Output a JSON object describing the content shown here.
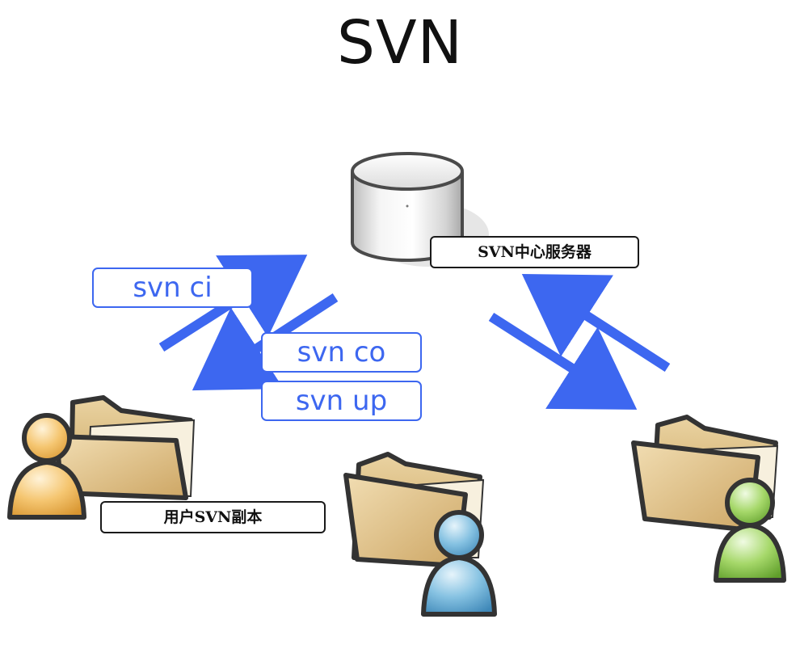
{
  "title": "SVN",
  "server": {
    "label": "SVN中心服务器"
  },
  "commands": {
    "commit": "svn ci",
    "checkout": "svn co",
    "update": "svn up"
  },
  "client": {
    "label": "用户SVN副本"
  },
  "colors": {
    "arrow": "#3d67f0",
    "command_text": "#3d67f0",
    "user_orange": "#f0b454",
    "user_blue": "#6fb0d8",
    "user_green": "#8cc84a",
    "folder": "#e2c48a"
  },
  "icons": [
    "database-icon",
    "folder-icon",
    "user-icon"
  ]
}
